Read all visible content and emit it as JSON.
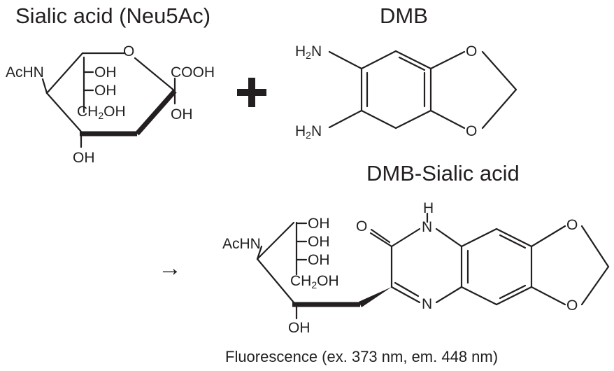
{
  "titles": {
    "sialic_acid": "Sialic acid (Neu5Ac)",
    "dmb": "DMB",
    "product": "DMB-Sialic acid"
  },
  "atoms": {
    "ring_oxygen": "O",
    "acetamido": "AcHN",
    "hydroxyl": "OH",
    "carboxyl": "COOH",
    "ch2": "CH",
    "subscript_2": "2",
    "amine_h": "H",
    "amine_n": "N",
    "imine_n": "N",
    "carbonyl_o": "O"
  },
  "operators": {
    "plus": "+",
    "arrow": "→"
  },
  "caption": "Fluorescence (ex. 373 nm, em. 448 nm)"
}
